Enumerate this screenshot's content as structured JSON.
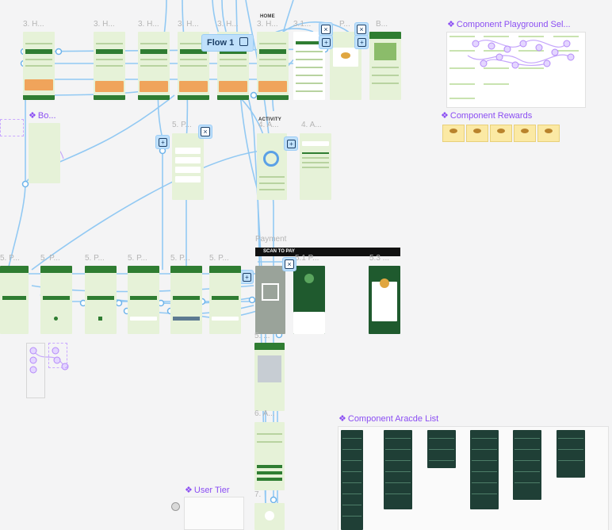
{
  "flow": {
    "label": "Flow 1"
  },
  "frame_labels": {
    "h1": "3. H...",
    "h2": "3. H...",
    "h3": "3. H...",
    "h4": "3. H...",
    "h5": "3. H...",
    "h6": "3. H...",
    "home": "HOME",
    "p31": "3.1...",
    "p_a": "P...",
    "b": "B...",
    "p5a": "5. P...",
    "act": "ACTIVITY",
    "a4": "4. A...",
    "a4b": "4. A...",
    "payment": "Payment",
    "scan": "SCAN TO PAY",
    "p51": "5.1 P...",
    "p53": "5.3 ...",
    "pr1": "5. P...",
    "pr2": "5. P...",
    "pr3": "5. P...",
    "pr4": "5. P...",
    "pr5": "5. P...",
    "pr6": "5. P...",
    "p5b": "5. ...",
    "p6": "6. A...",
    "p7": "7."
  },
  "components": {
    "playground": "Component Playground Sel...",
    "rewards": "Component Rewards",
    "arcade": "Component Aracde List",
    "user_tier": "User Tier",
    "bo": "Bo..."
  },
  "icons": {
    "component": "diamond-component-icon",
    "close": "close-icon",
    "add": "add-screen-icon"
  },
  "colors": {
    "connector": "#8fc7f2",
    "component": "#8b4ef3",
    "accent_green": "#2f7d32"
  }
}
